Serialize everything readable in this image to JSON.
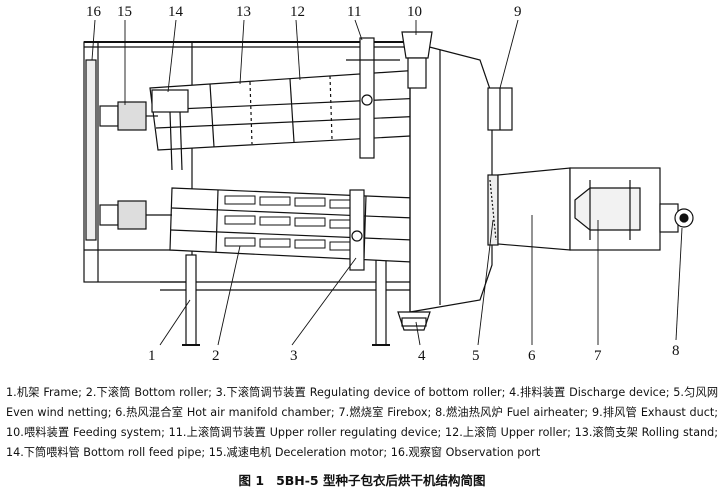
{
  "callouts": [
    {
      "id": "16"
    },
    {
      "id": "15"
    },
    {
      "id": "14"
    },
    {
      "id": "13"
    },
    {
      "id": "12"
    },
    {
      "id": "11"
    },
    {
      "id": "10"
    },
    {
      "id": "9"
    },
    {
      "id": "1"
    },
    {
      "id": "2"
    },
    {
      "id": "3"
    },
    {
      "id": "4"
    },
    {
      "id": "5"
    },
    {
      "id": "6"
    },
    {
      "id": "7"
    },
    {
      "id": "8"
    }
  ],
  "legend": [
    "1.机架 Frame;",
    "2.下滚筒 Bottom roller;",
    "3.下滚筒调节装置 Regulating device of bottom roller;",
    "4.排料装置 Discharge device;",
    "5.匀风网 Even wind netting;",
    "6.热风混合室 Hot air manifold chamber;",
    "7.燃烧室 Firebox;",
    "8.燃油热风炉 Fuel airheater;",
    "9.排风管 Exhaust duct;",
    "10.喂料装置 Feeding system;",
    "11.上滚筒调节装置 Upper roller regulating device;",
    "12.上滚筒 Upper roller;",
    "13.滚筒支架 Rolling stand;",
    "14.下筒喂料管 Bottom roll feed pipe;",
    "15.减速电机 Deceleration motor;",
    "16.观察窗 Observation port"
  ],
  "caption": {
    "figure_no": "图 1",
    "title": "5BH-5 型种子包衣后烘干机结构简图"
  }
}
